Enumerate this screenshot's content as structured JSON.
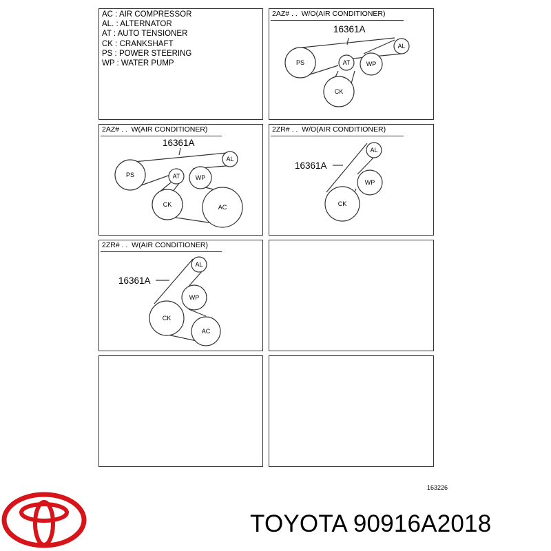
{
  "legend": [
    {
      "code": "AC",
      "name": "AIR COMPRESSOR"
    },
    {
      "code": "AL.",
      "name": "ALTERNATOR"
    },
    {
      "code": "AT",
      "name": "AUTO TENSIONER"
    },
    {
      "code": "CK",
      "name": "CRANKSHAFT"
    },
    {
      "code": "PS",
      "name": "POWER STEERING"
    },
    {
      "code": "WP",
      "name": "WATER PUMP"
    }
  ],
  "diagrams": [
    {
      "title": "2AZ# . .  W/O(AIR CONDITIONER)",
      "part_number": "16361A",
      "pulleys": {
        "al": "AL",
        "ps": "PS",
        "at": "AT",
        "wp": "WP",
        "ck": "CK"
      }
    },
    {
      "title": "2AZ# . .  W(AIR CONDITIONER)",
      "part_number": "16361A",
      "pulleys": {
        "al": "AL",
        "ps": "PS",
        "at": "AT",
        "wp": "WP",
        "ck": "CK",
        "ac": "AC"
      }
    },
    {
      "title": "2ZR# . .  W/O(AIR CONDITIONER)",
      "part_number": "16361A",
      "pulleys": {
        "al": "AL",
        "wp": "WP",
        "ck": "CK"
      }
    },
    {
      "title": "2ZR# . .  W(AIR CONDITIONER)",
      "part_number": "16361A",
      "pulleys": {
        "al": "AL",
        "wp": "WP",
        "ck": "CK",
        "ac": "AC"
      }
    }
  ],
  "reference_code": "163226",
  "footer": {
    "brand": "TOYOTA 90916A2018",
    "logo": "toyota-emblem-logo"
  },
  "colors": {
    "logo": "#d7141a",
    "lines": "#333333"
  }
}
